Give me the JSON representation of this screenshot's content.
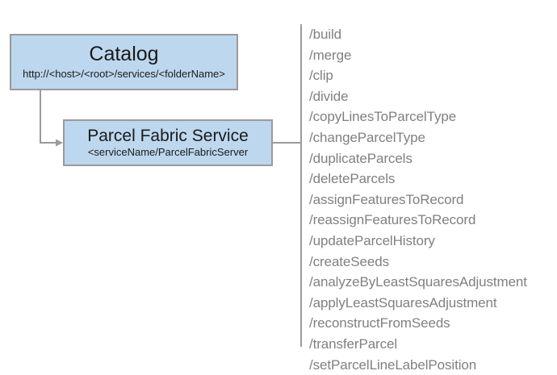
{
  "diagram": {
    "nodes": [
      {
        "id": "catalog",
        "title": "Catalog",
        "subtitle": "http://<host>/<root>/services/<folderName>"
      },
      {
        "id": "parcel-fabric-service",
        "title": "Parcel Fabric Service",
        "subtitle": "<serviceName/ParcelFabricServer"
      }
    ],
    "operations": [
      "/build",
      "/merge",
      "/clip",
      "/divide",
      "/copyLinesToParcelType",
      "/changeParcelType",
      "/duplicateParcels",
      "/deleteParcels",
      "/assignFeaturesToRecord",
      "/reassignFeaturesToRecord",
      "/updateParcelHistory",
      "/createSeeds",
      "/analyzeByLeastSquaresAdjustment",
      "/applyLeastSquaresAdjustment",
      "/reconstructFromSeeds",
      "/transferParcel",
      "/setParcelLineLabelPosition"
    ],
    "colors": {
      "node_fill": "#bdd7ee",
      "node_border": "#9a9a9a",
      "connector": "#9a9a9a",
      "operation_text": "#808080",
      "node_text": "#1a1a1a",
      "background": "#ffffff"
    }
  }
}
